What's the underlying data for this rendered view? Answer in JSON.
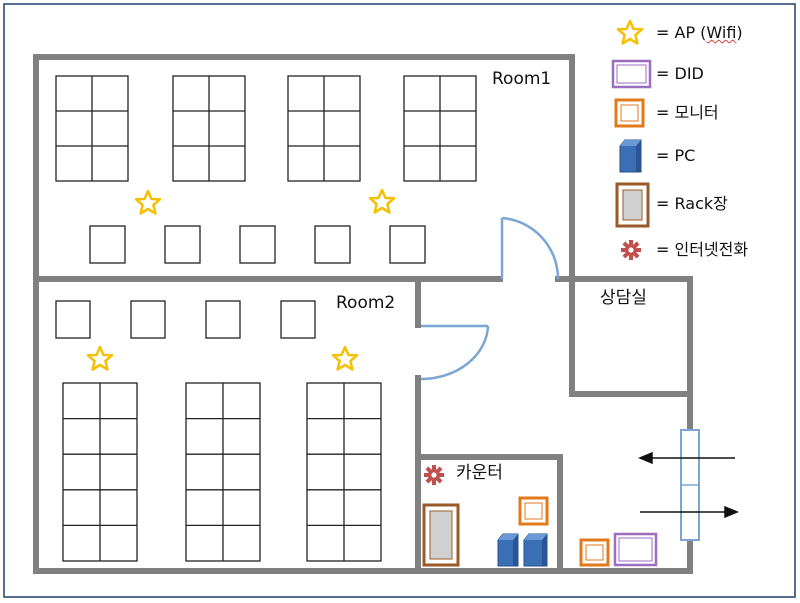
{
  "rooms": {
    "room1": "Room1",
    "room2": "Room2",
    "consult": "상담실",
    "counter": "카운터"
  },
  "legend": [
    {
      "icon": "star-icon",
      "prefix": "= AP (",
      "underlined": "Wifi",
      "suffix": ")"
    },
    {
      "icon": "did-icon",
      "prefix": "= DID"
    },
    {
      "icon": "monitor-icon",
      "prefix": "= 모니터"
    },
    {
      "icon": "pc-icon",
      "prefix": "= PC"
    },
    {
      "icon": "rack-icon",
      "prefix": "= Rack장"
    },
    {
      "icon": "gear-icon",
      "prefix": "= 인터넷전화"
    }
  ],
  "colors": {
    "wall": "#808080",
    "star": "#f5c000",
    "door": "#7aa6d4",
    "did": "#9b6fc0",
    "monitor": "#e07a1a",
    "pc": "#3a6fb5",
    "rack": "#9b5a2a",
    "gear": "#c0504d",
    "frame": "#1f3e6e"
  }
}
